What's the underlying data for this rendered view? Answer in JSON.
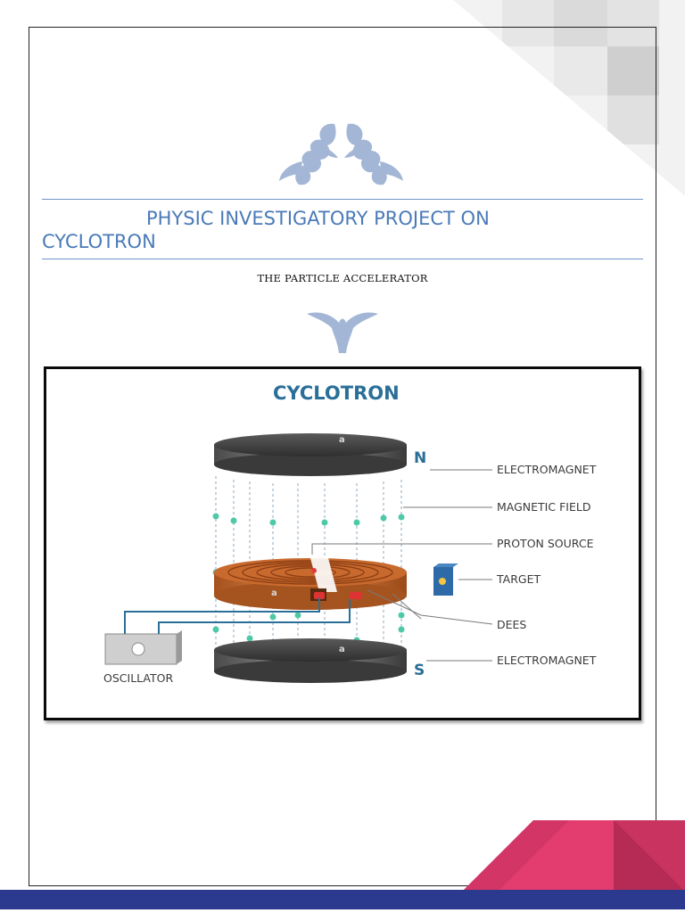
{
  "document": {
    "title_line1": "PHYSIC INVESTIGATORY PROJECT ON",
    "title_line2": "CYCLOTRON",
    "subtitle": "THE PARTICLE ACCELERATOR"
  },
  "figure": {
    "title": "CYCLOTRON",
    "pole_north": "N",
    "pole_south": "S",
    "magnet_mark": "a",
    "labels": {
      "electromagnet_top": "ELECTROMAGNET",
      "magnetic_field": "MAGNETIC FIELD",
      "proton_source": "PROTON SOURCE",
      "target": "TARGET",
      "dees": "DEES",
      "electromagnet_bottom": "ELECTROMAGNET",
      "oscillator": "OSCILLATOR"
    }
  },
  "colors": {
    "title_blue": "#4a7ab8",
    "footer_navy": "#2b3a8f",
    "accent_pink": "#e23d6e",
    "dee_copper": "#c86a2e"
  }
}
